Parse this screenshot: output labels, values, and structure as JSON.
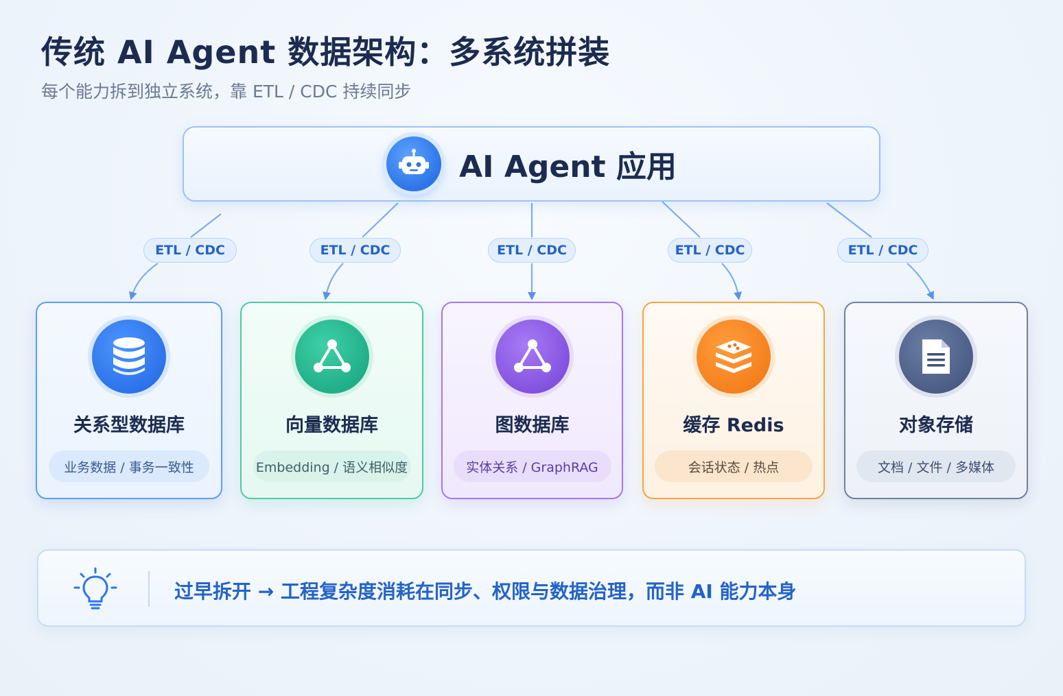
{
  "header": {
    "title": "传统 AI Agent 数据架构：多系统拼装",
    "subtitle": "每个能力拆到独立系统，靠 ETL / CDC 持续同步"
  },
  "agent": {
    "label": "AI Agent 应用",
    "icon": "robot-icon"
  },
  "connectors": [
    {
      "label": "ETL / CDC"
    },
    {
      "label": "ETL / CDC"
    },
    {
      "label": "ETL / CDC"
    },
    {
      "label": "ETL / CDC"
    },
    {
      "label": "ETL / CDC"
    }
  ],
  "systems": [
    {
      "name": "关系型数据库",
      "tag": "业务数据 / 事务一致性",
      "icon": "database-icon",
      "color": "#2d74e8"
    },
    {
      "name": "向量数据库",
      "tag": "Embedding / 语义相似度",
      "icon": "vector-icon",
      "color": "#14a07c"
    },
    {
      "name": "图数据库",
      "tag": "实体关系 / GraphRAG",
      "icon": "graph-icon",
      "color": "#7442d6"
    },
    {
      "name": "缓存 Redis",
      "tag": "会话状态 / 热点",
      "icon": "redis-layers-icon",
      "color": "#f07413"
    },
    {
      "name": "对象存储",
      "tag": "文档 / 文件 / 多媒体",
      "icon": "document-icon",
      "color": "#3f5078"
    }
  ],
  "note": {
    "icon": "lightbulb-icon",
    "text": "过早拆开 → 工程复杂度消耗在同步、权限与数据治理，而非 AI 能力本身"
  }
}
